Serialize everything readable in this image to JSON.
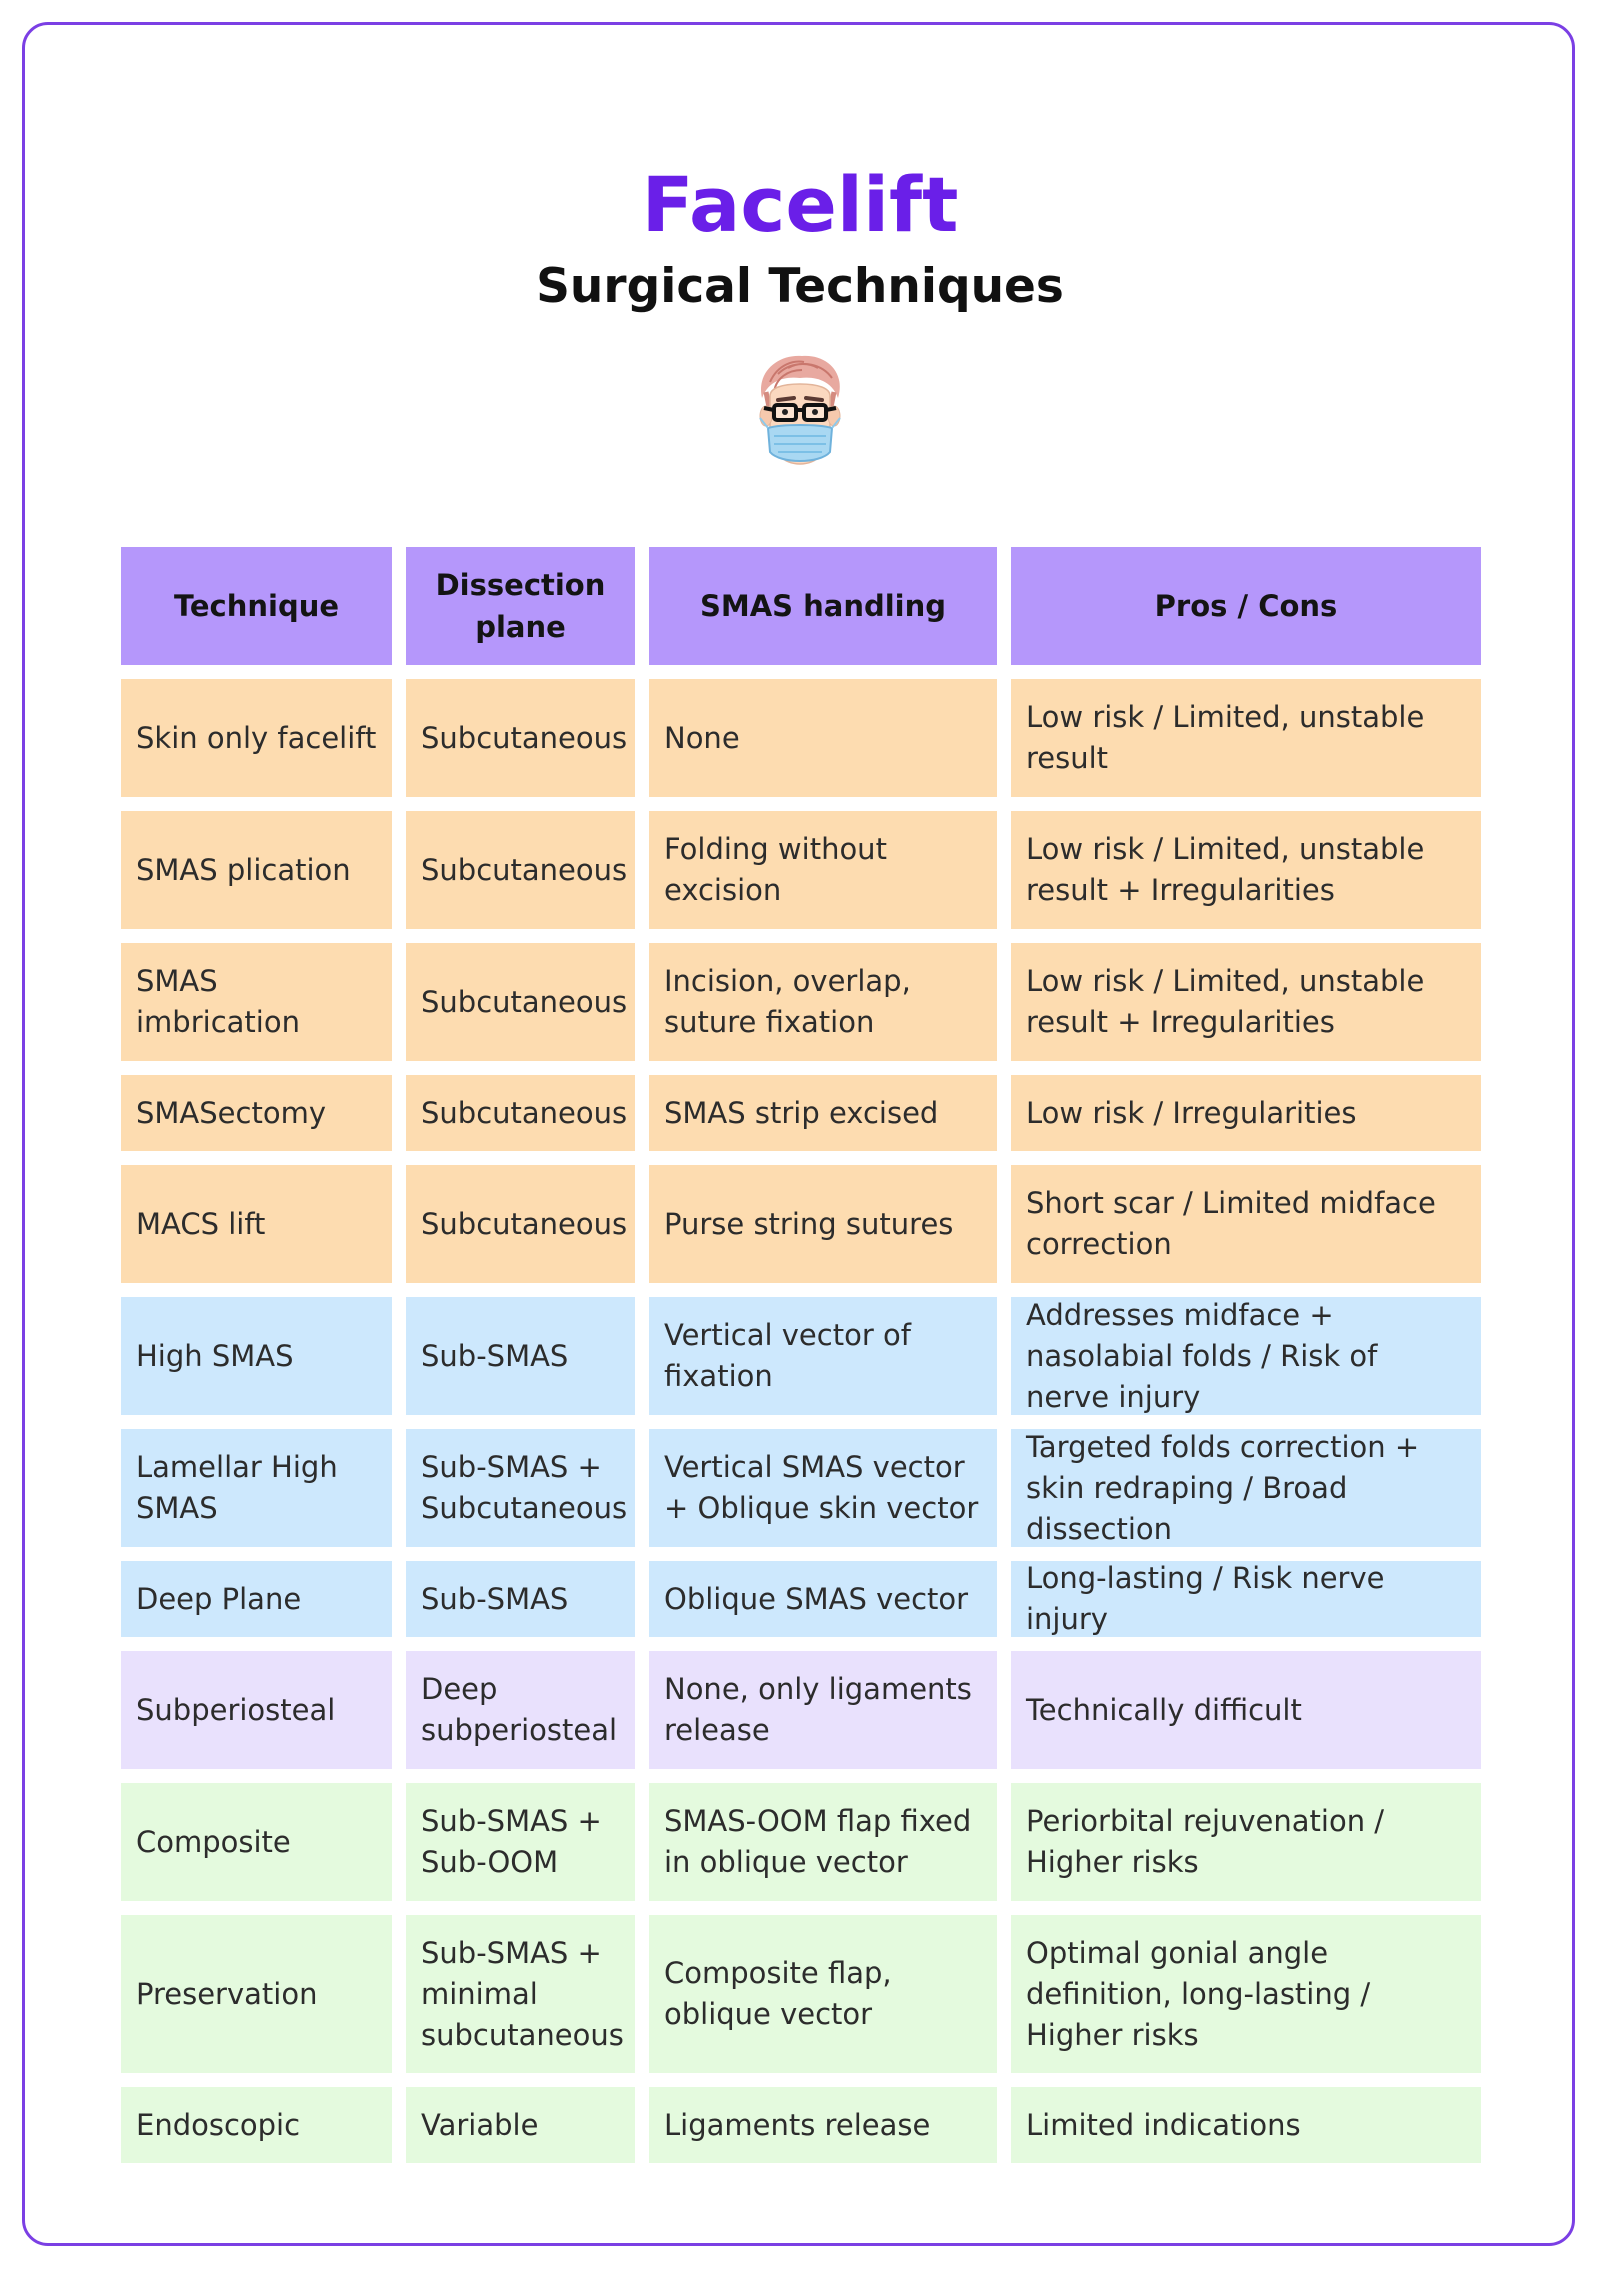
{
  "title": "Facelift",
  "subtitle": "Surgical Techniques",
  "colors": {
    "border": "#7b3fe4",
    "title": "#6a1fe8",
    "header_bg": "#b597fb",
    "group_subcutaneous": "#fddcb0",
    "group_sub_smas": "#cde8fd",
    "group_subperiosteal": "#e9e1fd",
    "group_other": "#e4fade"
  },
  "logo_icon": "surgeon-avatar-with-mask-and-glasses",
  "table": {
    "headers": [
      "Technique",
      "Dissection plane",
      "SMAS handling",
      "Pros / Cons"
    ],
    "rows": [
      {
        "group": "orange",
        "cells": [
          "Skin only facelift",
          "Subcutaneous",
          "None",
          "Low risk / Limited, unstable result"
        ]
      },
      {
        "group": "orange",
        "cells": [
          "SMAS plication",
          "Subcutaneous",
          "Folding without excision",
          "Low risk / Limited, unstable result + Irregularities"
        ]
      },
      {
        "group": "orange",
        "cells": [
          "SMAS imbrication",
          "Subcutaneous",
          "Incision, overlap, suture fixation",
          "Low risk / Limited, unstable result + Irregularities"
        ]
      },
      {
        "group": "orange",
        "cells": [
          "SMASectomy",
          "Subcutaneous",
          "SMAS strip excised",
          "Low risk / Irregularities"
        ]
      },
      {
        "group": "orange",
        "cells": [
          "MACS lift",
          "Subcutaneous",
          "Purse string sutures",
          "Short scar / Limited midface correction"
        ]
      },
      {
        "group": "blue",
        "cells": [
          "High SMAS",
          "Sub-SMAS",
          "Vertical vector of fixation",
          "Addresses midface + nasolabial folds / Risk of nerve injury"
        ]
      },
      {
        "group": "blue",
        "cells": [
          "Lamellar High SMAS",
          "Sub-SMAS + Subcutaneous",
          "Vertical SMAS vector + Oblique skin vector",
          "Targeted folds correction + skin redraping / Broad dissection"
        ]
      },
      {
        "group": "blue",
        "cells": [
          "Deep Plane",
          "Sub-SMAS",
          "Oblique SMAS vector",
          "Long-lasting / Risk nerve injury"
        ]
      },
      {
        "group": "lav",
        "cells": [
          "Subperiosteal",
          "Deep subperiosteal",
          "None, only ligaments release",
          "Technically difficult"
        ]
      },
      {
        "group": "green",
        "cells": [
          "Composite",
          "Sub-SMAS + Sub-OOM",
          "SMAS-OOM flap fixed in oblique vector",
          "Periorbital rejuvenation / Higher risks"
        ]
      },
      {
        "group": "green",
        "cells": [
          "Preservation",
          "Sub-SMAS + minimal subcutaneous",
          "Composite flap, oblique vector",
          "Optimal gonial angle definition, long-lasting / Higher risks"
        ]
      },
      {
        "group": "green",
        "cells": [
          "Endoscopic",
          "Variable",
          "Ligaments release",
          "Limited indications"
        ]
      }
    ]
  }
}
